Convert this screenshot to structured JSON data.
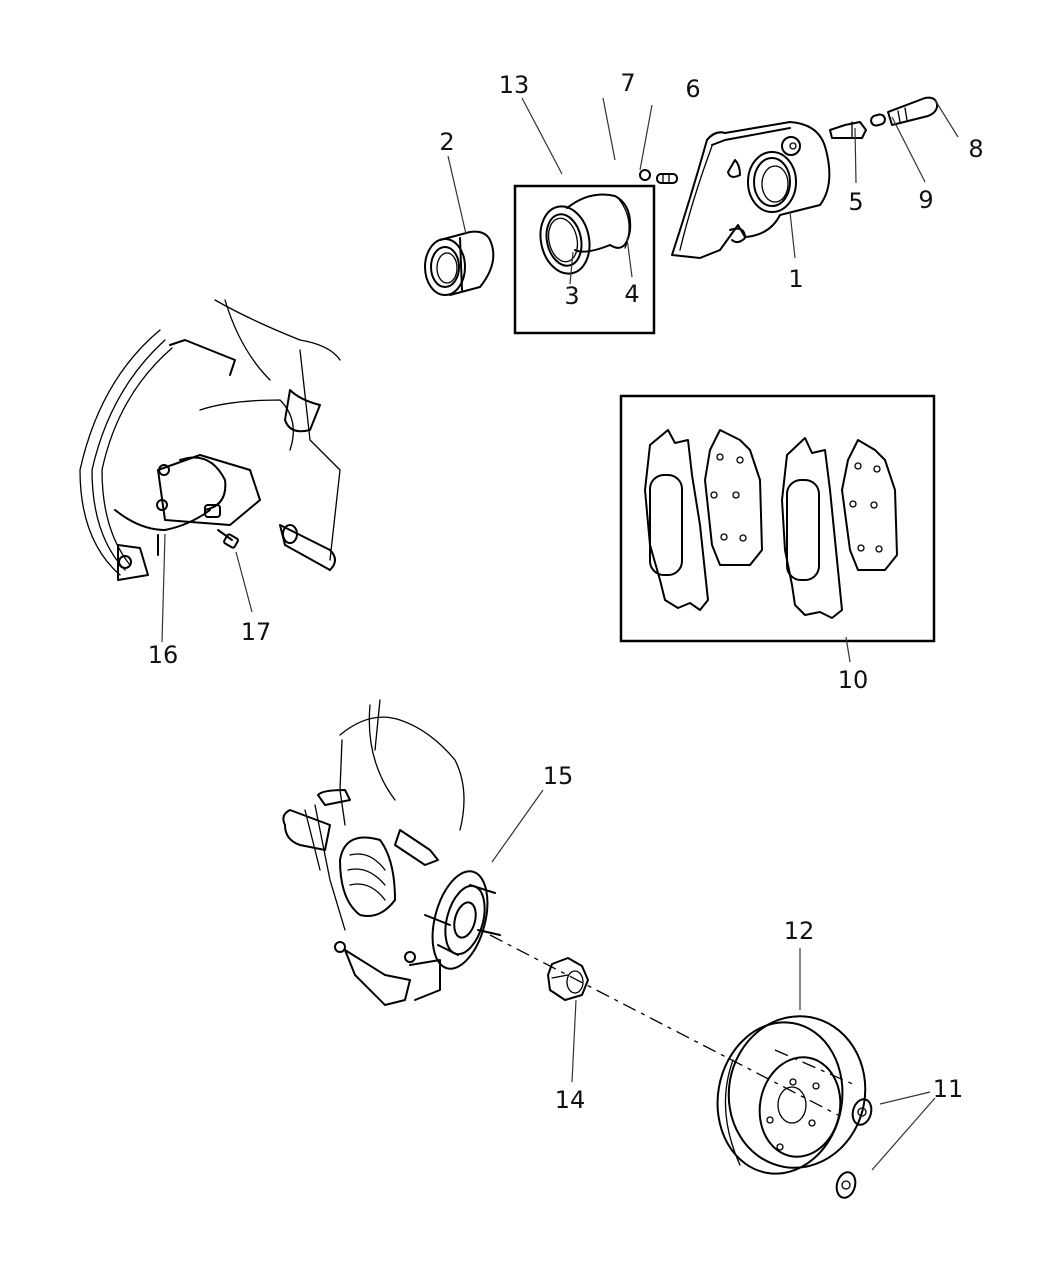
{
  "diagram": {
    "title": "",
    "type": "exploded-parts-diagram",
    "subject": "front disc brake assembly",
    "callouts": [
      {
        "id": "1",
        "part": "caliper"
      },
      {
        "id": "2",
        "part": "piston"
      },
      {
        "id": "3",
        "part": "piston-seal"
      },
      {
        "id": "4",
        "part": "dust-boot"
      },
      {
        "id": "5",
        "part": "guide-pin-bushing"
      },
      {
        "id": "6",
        "part": "bleeder-screw"
      },
      {
        "id": "7",
        "part": "bleeder-cap"
      },
      {
        "id": "8",
        "part": "guide-pin-bolt"
      },
      {
        "id": "9",
        "part": "bushing"
      },
      {
        "id": "10",
        "part": "brake-pad-set"
      },
      {
        "id": "11",
        "part": "rotor-retainer-clips"
      },
      {
        "id": "12",
        "part": "brake-rotor"
      },
      {
        "id": "13",
        "part": "caliper-seal-kit"
      },
      {
        "id": "14",
        "part": "hub-nut"
      },
      {
        "id": "15",
        "part": "hub-and-knuckle"
      },
      {
        "id": "16",
        "part": "brake-hose"
      },
      {
        "id": "17",
        "part": "hose-bolt"
      }
    ]
  }
}
